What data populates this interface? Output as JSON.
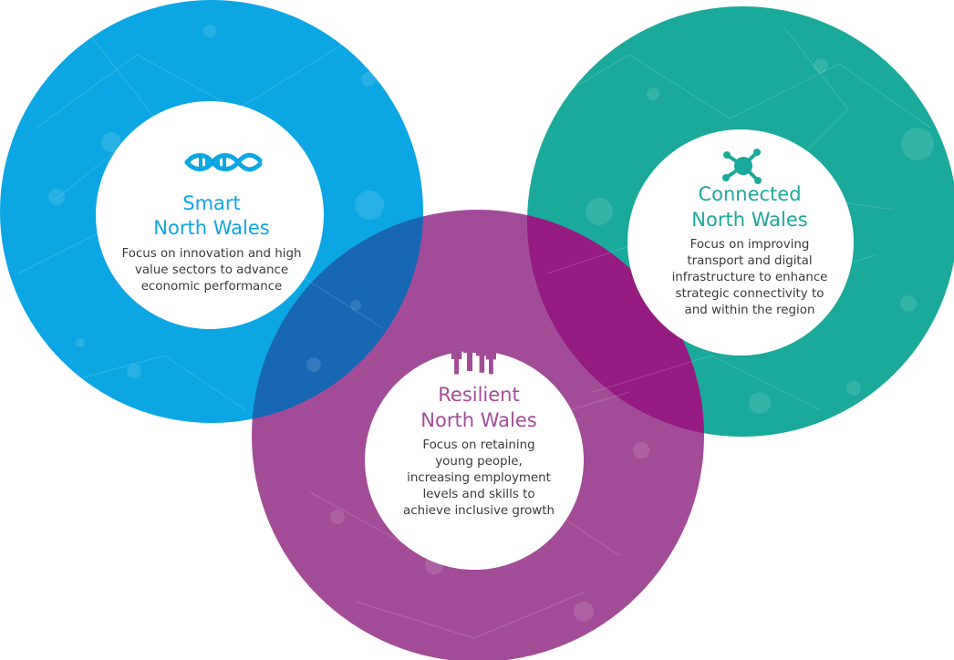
{
  "colors": {
    "smart": "#0BA6E3",
    "resilient": "#A24C98",
    "connected": "#1AA99B",
    "smart_resilient_overlap": "#1767B4",
    "resilient_connected_overlap": "#951B80",
    "background": "#ffffff"
  },
  "nodes": [
    {
      "key": "smart",
      "icon": "dna-icon",
      "title_line1": "Smart",
      "title_line2": "North Wales",
      "desc_lines": [
        "Focus on innovation and high",
        "value sectors to advance",
        "economic performance"
      ]
    },
    {
      "key": "connected",
      "icon": "network-hub-icon",
      "title_line1": "Connected",
      "title_line2": "North Wales",
      "desc_lines": [
        "Focus on improving",
        "transport and digital",
        "infrastructure to enhance",
        "strategic connectivity to",
        "and within the region"
      ]
    },
    {
      "key": "resilient",
      "icon": "people-group-icon",
      "title_line1": "Resilient",
      "title_line2": "North Wales",
      "desc_lines": [
        "Focus on retaining",
        "young people,",
        "increasing employment",
        "levels and skills to",
        "achieve inclusive growth"
      ]
    }
  ]
}
